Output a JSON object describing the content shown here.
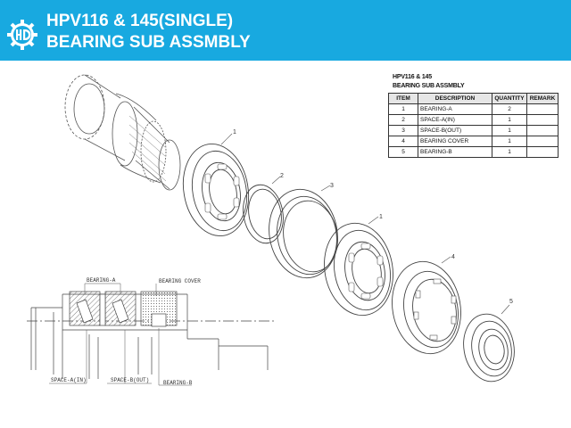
{
  "header": {
    "title_line1": "HPV116 & 145(SINGLE)",
    "title_line2": "BEARING SUB ASSMBLY",
    "logo_icon": "gear-hd-logo-icon",
    "bg_color": "#18a9e0"
  },
  "table_title": {
    "line1": "HPV116 & 145",
    "line2": "BEARING SUB ASSMBLY"
  },
  "table": {
    "headers": [
      "ITEM",
      "DESCRIPTION",
      "QUANTITY",
      "REMARK"
    ],
    "rows": [
      {
        "item": "1",
        "description": "BEARING-A",
        "quantity": "2",
        "remark": ""
      },
      {
        "item": "2",
        "description": "SPACE-A(IN)",
        "quantity": "1",
        "remark": ""
      },
      {
        "item": "3",
        "description": "SPACE-B(OUT)",
        "quantity": "1",
        "remark": ""
      },
      {
        "item": "4",
        "description": "BEARING COVER",
        "quantity": "1",
        "remark": ""
      },
      {
        "item": "5",
        "description": "BEARING-B",
        "quantity": "1",
        "remark": ""
      }
    ]
  },
  "callouts": {
    "c1a": "1",
    "c2": "2",
    "c3": "3",
    "c1b": "1",
    "c4": "4",
    "c5": "5"
  },
  "section_labels": {
    "bearing_a": "BEARING-A",
    "bearing_cover": "BEARING COVER",
    "space_a": "SPACE-A(IN)",
    "space_b": "SPACE-B(OUT)",
    "bearing_b": "BEARING-B"
  }
}
